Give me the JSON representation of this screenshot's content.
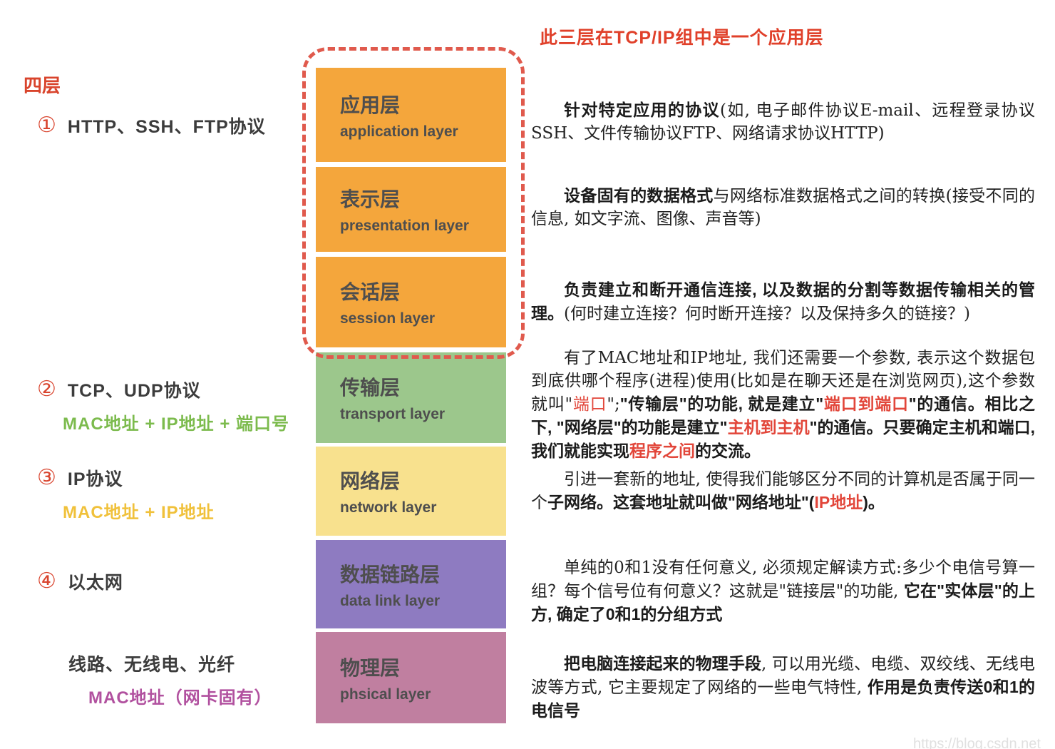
{
  "note_top": "此三层在TCP/IP组中是一个应用层",
  "left_heading": "四层",
  "left_items": [
    {
      "num": "①",
      "text": "HTTP、SSH、FTP协议",
      "sub": "",
      "sub_color": ""
    },
    {
      "num": "②",
      "text": "TCP、UDP协议",
      "sub": "MAC地址 + IP地址 + 端口号",
      "sub_color": "#7cbb4d"
    },
    {
      "num": "③",
      "text": "IP协议",
      "sub": "MAC地址 + IP地址",
      "sub_color": "#f0c13b"
    },
    {
      "num": "④",
      "text": "以太网",
      "sub": "",
      "sub_color": ""
    },
    {
      "num": "",
      "text": "线路、无线电、光纤",
      "sub": "MAC地址（网卡固有）",
      "sub_color": "#b1519f"
    }
  ],
  "layers": [
    {
      "zh": "应用层",
      "en": "application layer",
      "color": "#f4a63c"
    },
    {
      "zh": "表示层",
      "en": "presentation layer",
      "color": "#f4a63c"
    },
    {
      "zh": "会话层",
      "en": "session layer",
      "color": "#f4a63c"
    },
    {
      "zh": "传输层",
      "en": "transport layer",
      "color": "#9cc78c"
    },
    {
      "zh": "网络层",
      "en": "network layer",
      "color": "#f8e18e"
    },
    {
      "zh": "数据链路层",
      "en": "data link layer",
      "color": "#8e7bc1"
    },
    {
      "zh": "物理层",
      "en": "phsical layer",
      "color": "#c07fa0"
    }
  ],
  "colors": {
    "dashed_border": "#e05a4d",
    "note_red": "#e0402a",
    "circle_red": "#d9452f",
    "highlight_red": "#e2463a",
    "box_text": "#4e4e4e"
  },
  "paragraphs": [
    {
      "name": "application",
      "segments": [
        {
          "s": "b",
          "t": "针对特定应用的协议"
        },
        {
          "s": "n",
          "t": "(如, 电子邮件协议E-mail、远程登录协议SSH、文件传输协议FTP、网络请求协议HTTP)"
        }
      ]
    },
    {
      "name": "presentation",
      "segments": [
        {
          "s": "b",
          "t": "设备固有的数据格式"
        },
        {
          "s": "n",
          "t": "与网络标准数据格式之间的转换(接受不同的信息, 如文字流、图像、声音等)"
        }
      ]
    },
    {
      "name": "session",
      "segments": [
        {
          "s": "b",
          "t": "负责建立和断开通信连接, 以及数据的分割等数据传输相关的管理。"
        },
        {
          "s": "n",
          "t": "(何时建立连接？何时断开连接？以及保持多久的链接？)"
        }
      ]
    },
    {
      "name": "transport",
      "segments": [
        {
          "s": "n",
          "t": "有了MAC地址和IP地址, 我们还需要一个参数, 表示这个数据包到底供哪个程序(进程)使用(比如是在聊天还是在浏览网页),这个参数就叫\""
        },
        {
          "s": "r",
          "t": "端口"
        },
        {
          "s": "n",
          "t": "\";"
        },
        {
          "s": "b",
          "t": "\"传输层\"的功能, 就是建立\""
        },
        {
          "s": "rb",
          "t": "端口到端口"
        },
        {
          "s": "b",
          "t": "\"的通信。相比之下, \"网络层\"的功能是建立\""
        },
        {
          "s": "rb",
          "t": "主机到主机"
        },
        {
          "s": "b",
          "t": "\"的通信。只要确定主机和端口, 我们就能实现"
        },
        {
          "s": "rb",
          "t": "程序之间"
        },
        {
          "s": "b",
          "t": "的交流。"
        }
      ]
    },
    {
      "name": "network",
      "segments": [
        {
          "s": "n",
          "t": "引进一套新的地址, 使得我们能够区分不同的计算机是否属于同一个"
        },
        {
          "s": "b",
          "t": "子网络。这套地址就叫做\"网络地址\"("
        },
        {
          "s": "rb",
          "t": "IP地址"
        },
        {
          "s": "b",
          "t": ")。"
        }
      ]
    },
    {
      "name": "datalink",
      "segments": [
        {
          "s": "n",
          "t": "单纯的0和1没有任何意义, 必须规定解读方式:多少个电信号算一组？每个信号位有何意义？这就是\"链接层\"的功能, "
        },
        {
          "s": "b",
          "t": "它在\"实体层\"的上方, 确定了0和1的分组方式"
        }
      ]
    },
    {
      "name": "physical",
      "segments": [
        {
          "s": "b",
          "t": "把电脑连接起来的物理手段"
        },
        {
          "s": "n",
          "t": ", 可以用光缆、电缆、双绞线、无线电波等方式, 它主要规定了网络的一些电气特性, "
        },
        {
          "s": "b",
          "t": "作用是负责传送0和1的电信号"
        }
      ]
    }
  ],
  "watermark": "https://blog.csdn.net"
}
